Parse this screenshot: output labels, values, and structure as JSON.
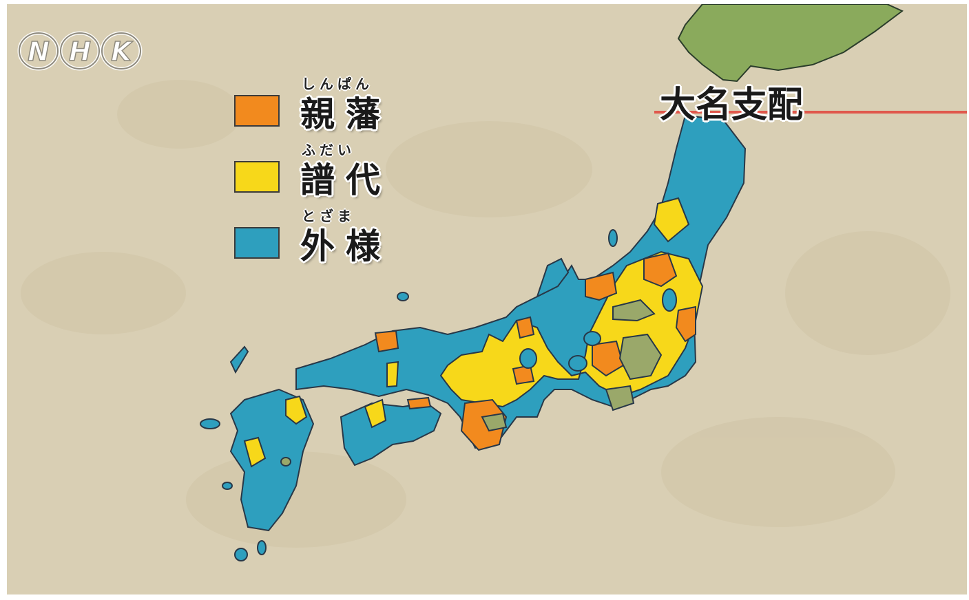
{
  "broadcaster": {
    "logo_letters": [
      "N",
      "H",
      "K"
    ],
    "logo_text": "NHK"
  },
  "title": "大名支配",
  "legend": [
    {
      "ruby": "しんぱん",
      "label": "親藩",
      "color": "#f28a1e"
    },
    {
      "ruby": "ふだい",
      "label": "譜代",
      "color": "#f7d81a"
    },
    {
      "ruby": "とざま",
      "label": "外様",
      "color": "#2e9fbe"
    }
  ],
  "colors": {
    "parchment": "#d9cfb4",
    "shinpan": "#f28a1e",
    "fudai": "#f7d81a",
    "tozama": "#2e9fbe",
    "tenryo": "#9aa86a",
    "hokkaido": "#8aaa5c",
    "title_line": "#e0584c"
  }
}
